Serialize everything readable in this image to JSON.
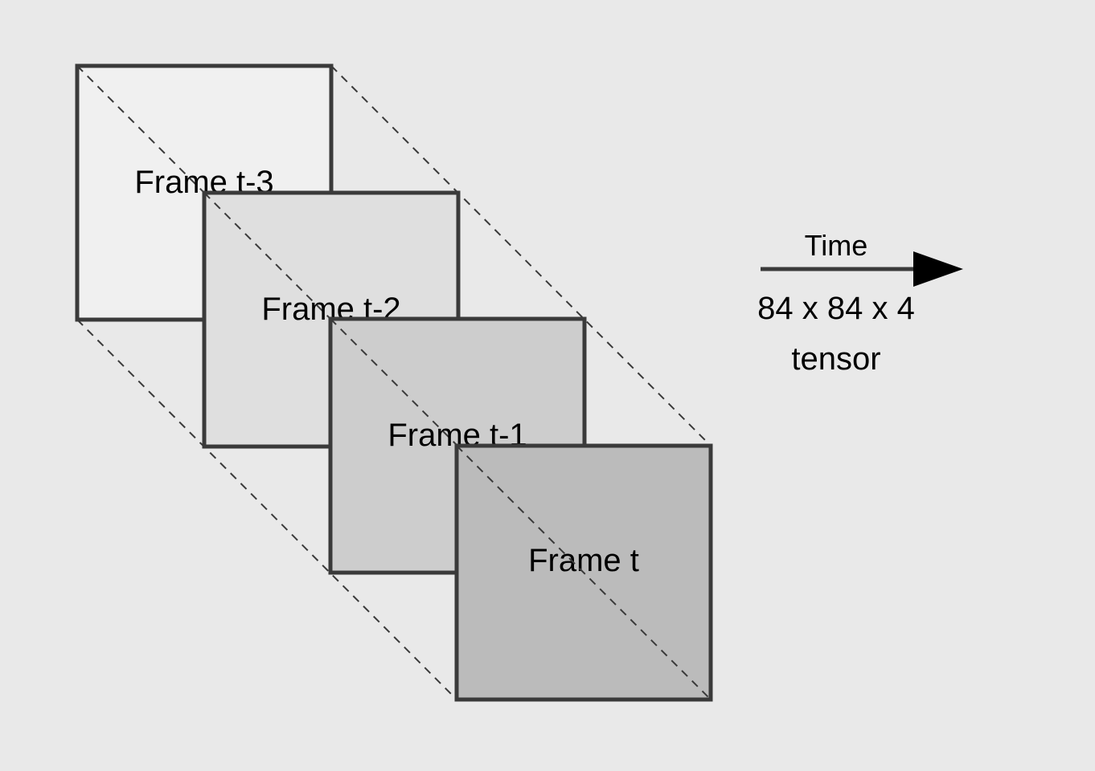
{
  "diagram": {
    "frames": [
      {
        "label": "Frame t-3",
        "fill": "#f0f0f0"
      },
      {
        "label": "Frame t-2",
        "fill": "#dfdfdf"
      },
      {
        "label": "Frame t-1",
        "fill": "#cdcdcd"
      },
      {
        "label": "Frame t",
        "fill": "#bbbbbb"
      }
    ],
    "time_label": "Time",
    "tensor_label_line1": "84 x 84 x 4",
    "tensor_label_line2": "tensor",
    "colors": {
      "background": "#e9e9e9",
      "border": "#3a3a3a",
      "dashed_line": "#3a3a3a",
      "arrow": "#000000",
      "text": "#000000"
    }
  }
}
